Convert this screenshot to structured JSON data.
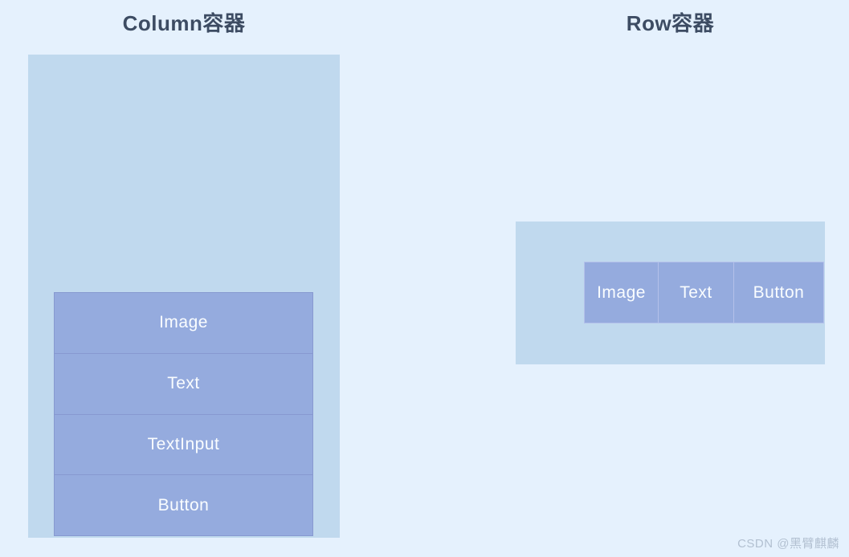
{
  "colors": {
    "page_bg": "#e5f1fd",
    "container_fill": "#c0d9ee",
    "item_fill": "#95abde",
    "item_border_dark": "#8799d0",
    "item_border_light": "#b4c1ea",
    "title_color": "#3d4c63",
    "item_text": "#fafdff",
    "watermark_color": "#b2c0d1"
  },
  "column_section": {
    "title": "Column容器",
    "items": [
      {
        "label": "Image"
      },
      {
        "label": "Text"
      },
      {
        "label": "TextInput"
      },
      {
        "label": "Button"
      }
    ]
  },
  "row_section": {
    "title": "Row容器",
    "items": [
      {
        "label": "Image"
      },
      {
        "label": "Text"
      },
      {
        "label": "Button"
      }
    ]
  },
  "watermark": "CSDN @黑臂麒麟"
}
